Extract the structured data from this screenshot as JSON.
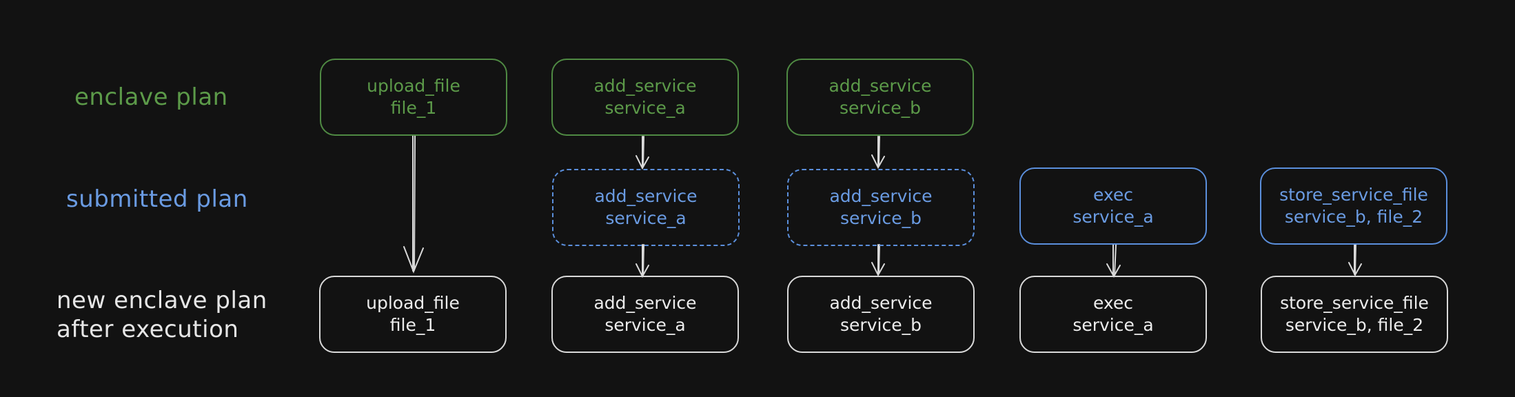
{
  "labels": {
    "enclave_plan": "enclave plan",
    "submitted_plan": "submitted plan",
    "new_enclave_plan_line1": "new enclave plan",
    "new_enclave_plan_line2": "after execution"
  },
  "enclave_plan": [
    {
      "line1": "upload_file",
      "line2": "file_1"
    },
    {
      "line1": "add_service",
      "line2": "service_a"
    },
    {
      "line1": "add_service",
      "line2": "service_b"
    }
  ],
  "submitted_plan": [
    {
      "line1": "add_service",
      "line2": "service_a",
      "style": "dashed"
    },
    {
      "line1": "add_service",
      "line2": "service_b",
      "style": "dashed"
    },
    {
      "line1": "exec",
      "line2": "service_a",
      "style": "solid"
    },
    {
      "line1": "store_service_file",
      "line2": "service_b, file_2",
      "style": "solid"
    }
  ],
  "new_plan": [
    {
      "line1": "upload_file",
      "line2": "file_1"
    },
    {
      "line1": "add_service",
      "line2": "service_a"
    },
    {
      "line1": "add_service",
      "line2": "service_b"
    },
    {
      "line1": "exec",
      "line2": "service_a"
    },
    {
      "line1": "store_service_file",
      "line2": "service_b, file_2"
    }
  ],
  "colors": {
    "background": "#121212",
    "enclave": "#5c9a49",
    "submitted": "#6a9be2",
    "new": "#ececec"
  }
}
